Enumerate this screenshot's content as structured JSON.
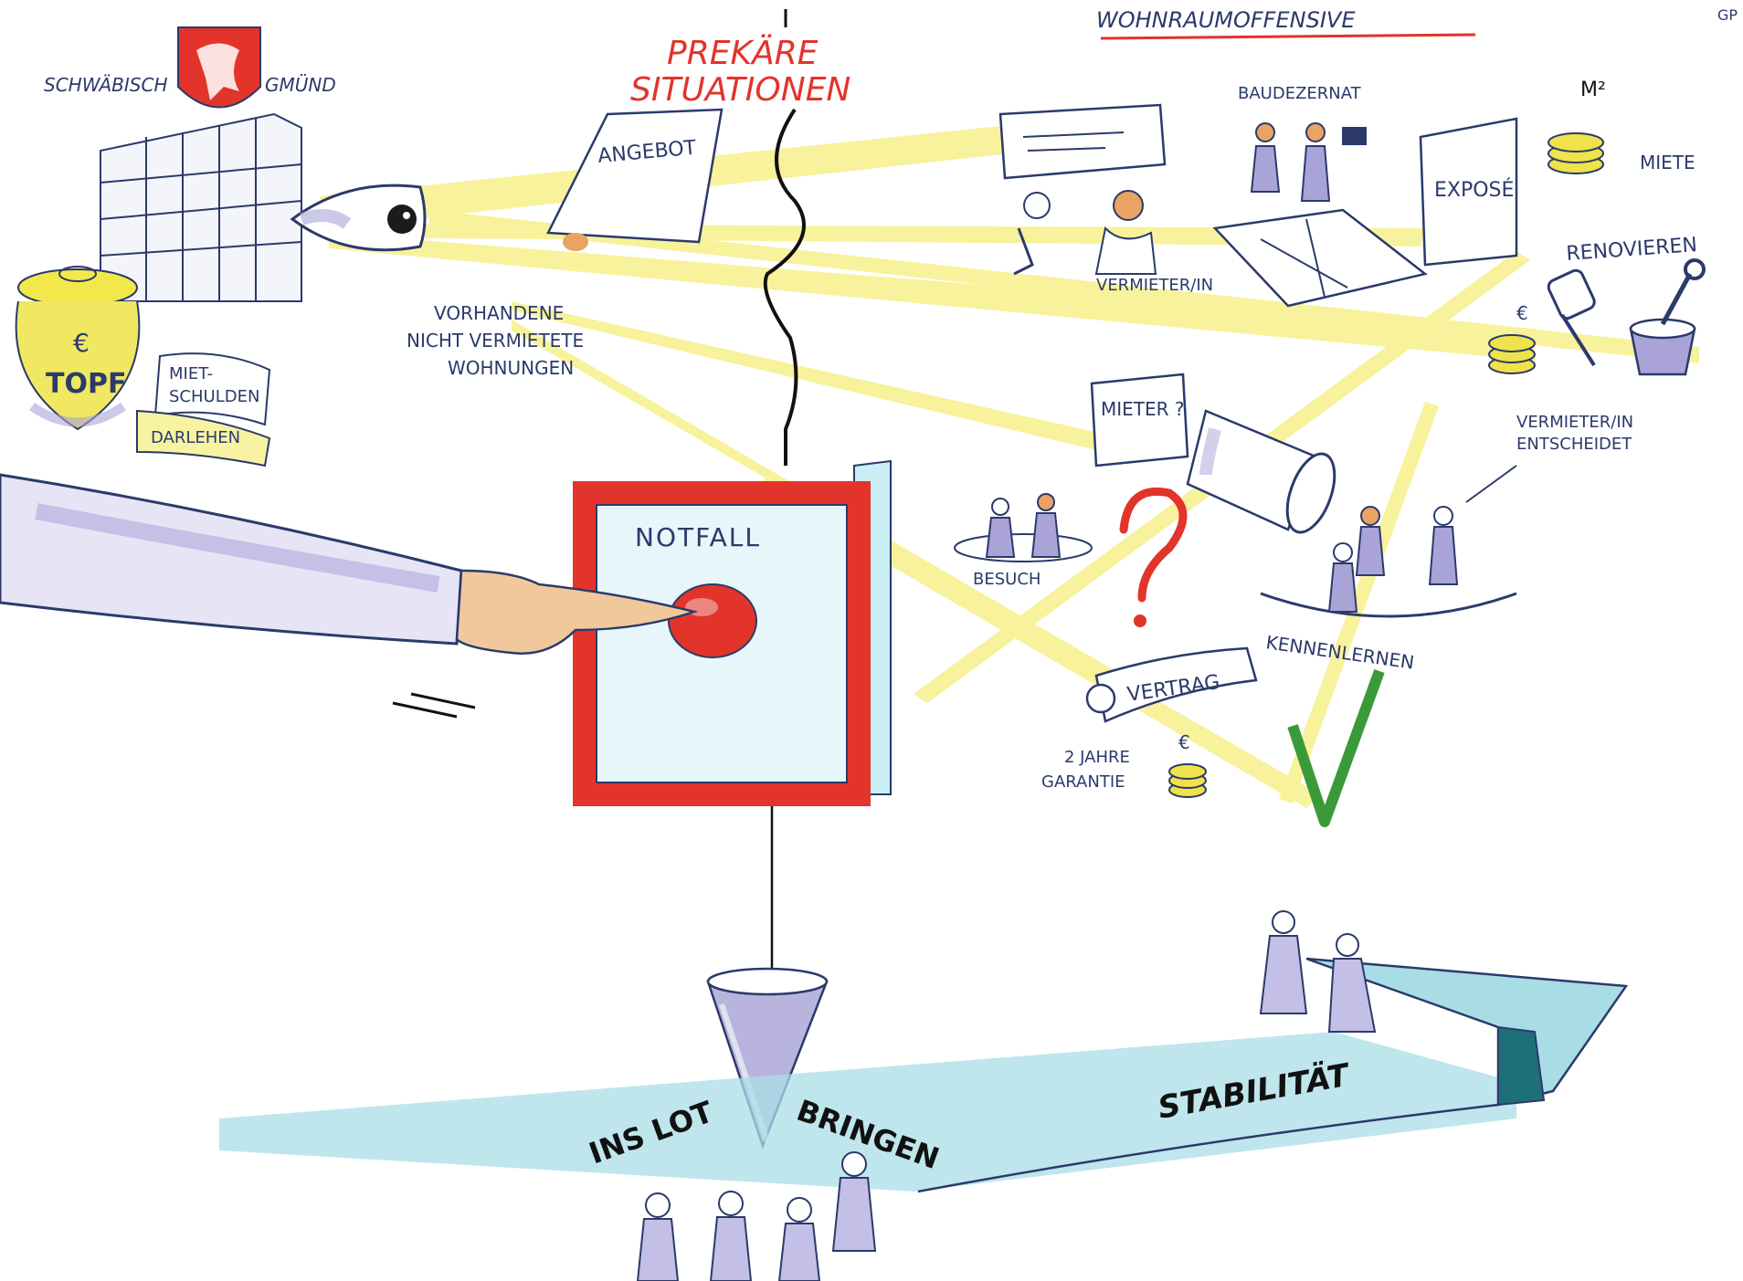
{
  "title": "WOHNRAUMOFFENSIVE",
  "corner_mark": "GP",
  "city": {
    "left": "SCHWÄBISCH",
    "right": "GMÜND"
  },
  "headline": {
    "line1": "PREKÄRE",
    "line2": "SITUATIONEN"
  },
  "labels": {
    "angebot": "ANGEBOT",
    "vorhandene_1": "VORHANDENE",
    "vorhandene_2": "NICHT VERMIETETE",
    "vorhandene_3": "WOHNUNGEN",
    "topf": "TOPF",
    "euro": "€",
    "mietschulden_1": "MIET-",
    "mietschulden_2": "SCHULDEN",
    "darlehen": "DARLEHEN",
    "baudezernat": "BAUDEZERNAT",
    "vermieterin_top": "VERMIETER/IN",
    "expose": "EXPOSÉ",
    "m2": "M²",
    "miete": "MIETE",
    "renovieren": "RENOVIEREN",
    "mieter_q": "MIETER ?",
    "besuch": "BESUCH",
    "vermieterin_entscheidet_1": "VERMIETER/IN",
    "vermieterin_entscheidet_2": "ENTSCHEIDET",
    "kennenlernen": "KENNENLERNEN",
    "vertrag": "VERTRAG",
    "garantie_1": "2 JAHRE",
    "garantie_2": "GARANTIE",
    "notfall": "NOTFALL",
    "ins_lot": "INS LOT",
    "bringen": "BRINGEN",
    "stabilitaet": "STABILITÄT"
  },
  "colors": {
    "ink": "#2b3a6b",
    "red": "#e2342a",
    "yellow_beam": "#f2e84a",
    "arrow_teal": "#a9dde6",
    "check_green": "#3a9a3a",
    "lavender": "#a9a3d8"
  }
}
